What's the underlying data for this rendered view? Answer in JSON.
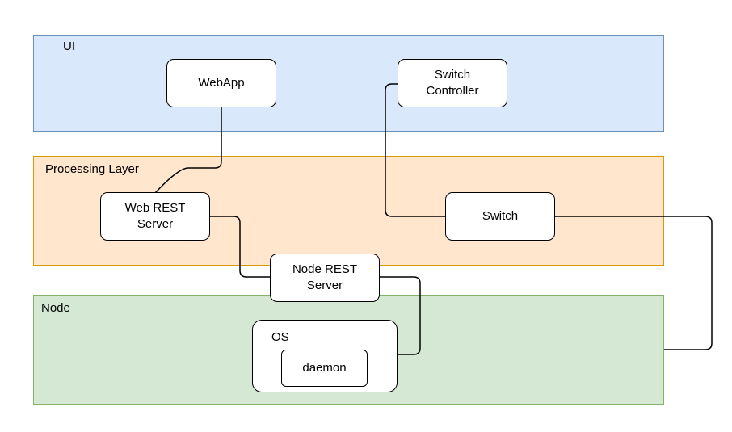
{
  "layers": {
    "ui": {
      "label": "UI",
      "fill": "#dae8fc",
      "stroke": "#6c8ebf"
    },
    "processing": {
      "label": "Processing Layer",
      "fill": "#ffe6cc",
      "stroke": "#d79b00"
    },
    "node": {
      "label": "Node",
      "fill": "#d5e8d4",
      "stroke": "#82b366"
    }
  },
  "nodes": {
    "webapp": "WebApp",
    "switch_controller": "Switch\nController",
    "web_rest_server": "Web REST\nServer",
    "switch": "Switch",
    "node_rest_server": "Node REST\nServer",
    "os": "OS",
    "daemon": "daemon"
  },
  "edges": [
    {
      "from": "webapp",
      "to": "web_rest_server"
    },
    {
      "from": "switch_controller",
      "to": "switch"
    },
    {
      "from": "web_rest_server",
      "to": "node_rest_server"
    },
    {
      "from": "node_rest_server",
      "to": "os"
    },
    {
      "from": "switch",
      "to": "node_layer"
    }
  ]
}
